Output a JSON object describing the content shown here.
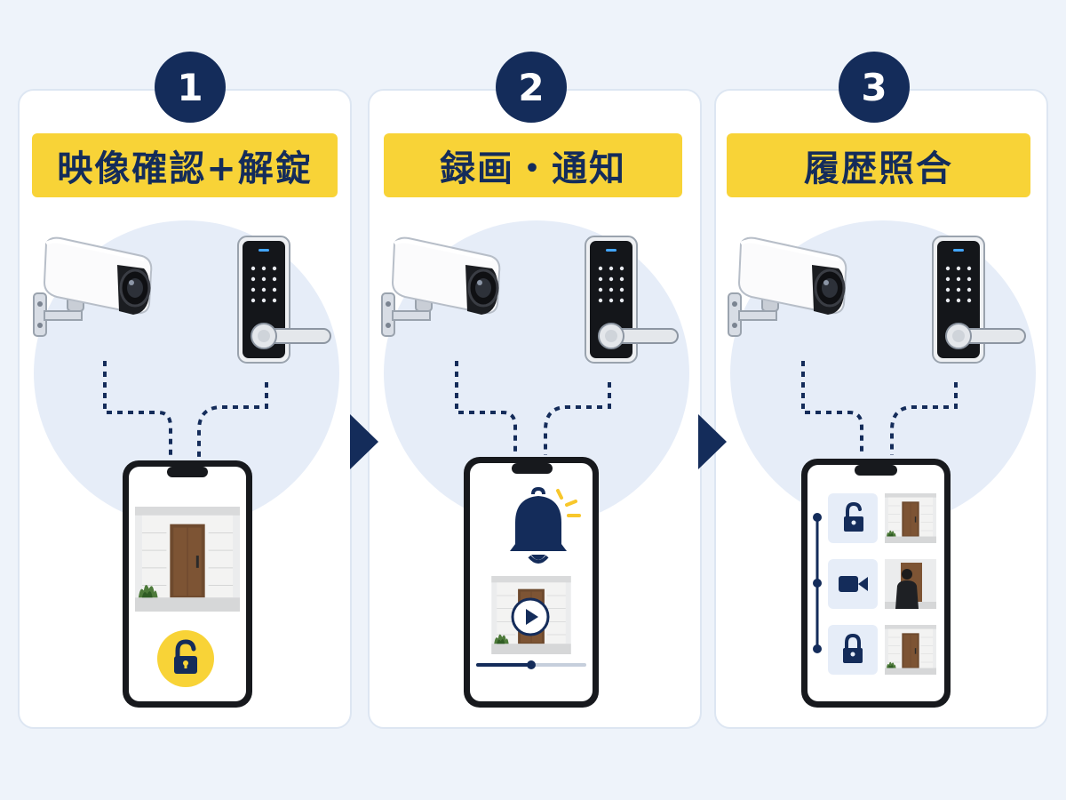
{
  "steps": [
    {
      "number": "1",
      "title": "映像確認+解錠"
    },
    {
      "number": "2",
      "title": "録画・通知"
    },
    {
      "number": "3",
      "title": "履歴照合"
    }
  ],
  "colors": {
    "navy": "#142c5a",
    "yellow": "#f8d337",
    "panel_bg": "#ffffff",
    "circle_bg": "#e6edf8",
    "page_bg": "#eef3fa"
  },
  "icons": [
    "security-camera-icon",
    "smart-lock-icon",
    "smartphone-icon",
    "unlock-icon",
    "bell-icon",
    "play-icon",
    "video-camera-icon",
    "lock-icon"
  ]
}
